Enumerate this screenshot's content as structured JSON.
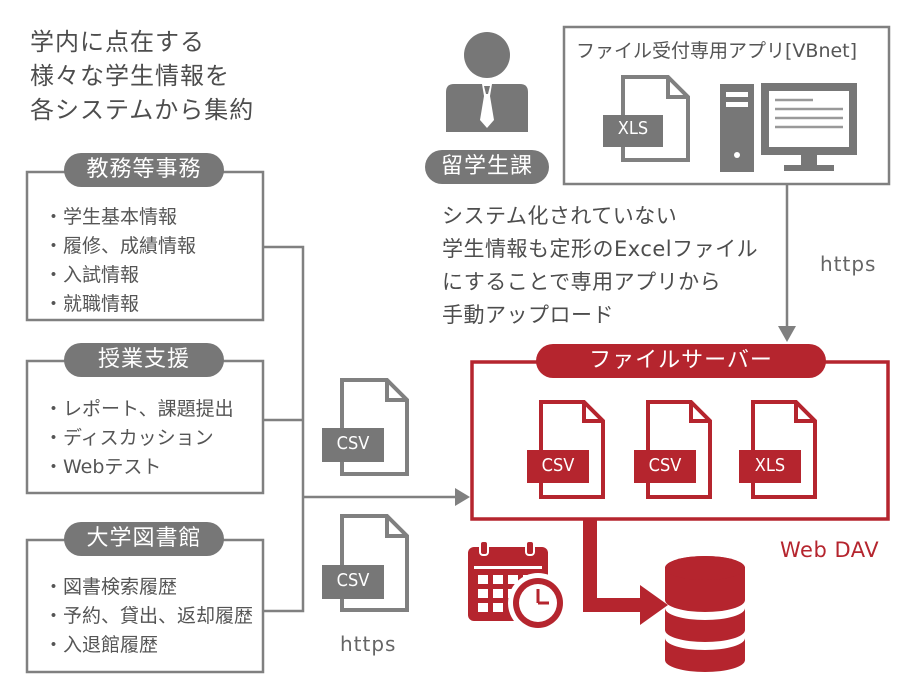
{
  "intro": {
    "lines": [
      "学内に点在する",
      "様々な学生情報を",
      "各システムから集約"
    ]
  },
  "systems": [
    {
      "title": "教務等事務",
      "items": [
        "・学生基本情報",
        "・履修、成績情報",
        "・入試情報",
        "・就職情報"
      ]
    },
    {
      "title": "授業支援",
      "items": [
        "・レポート、課題提出",
        "・ディスカッション",
        "・Webテスト"
      ]
    },
    {
      "title": "大学図書館",
      "items": [
        "・図書検索履歴",
        "・予約、貸出、返却履歴",
        "・入退館履歴"
      ]
    }
  ],
  "office": {
    "label": "留学生課"
  },
  "app": {
    "title": "ファイル受付専用アプリ[VBnet]",
    "file_label": "XLS"
  },
  "office_note": {
    "lines": [
      "システム化されていない",
      "学生情報も定形のExcelファイル",
      "にすることで専用アプリから",
      "手動アップロード"
    ]
  },
  "protocols": {
    "right": "https",
    "bottom": "https"
  },
  "transfer_files": [
    "CSV",
    "CSV"
  ],
  "server": {
    "title": "ファイルサーバー",
    "files": [
      "CSV",
      "CSV",
      "XLS"
    ],
    "caption": "Web DAV"
  },
  "colors": {
    "accent": "#b5252e",
    "gray": "#777777",
    "line": "#808080"
  },
  "icons": [
    "person-icon",
    "document-icon",
    "pc-tower-icon",
    "monitor-icon",
    "calendar-clock-icon",
    "database-icon",
    "arrow-icon"
  ]
}
